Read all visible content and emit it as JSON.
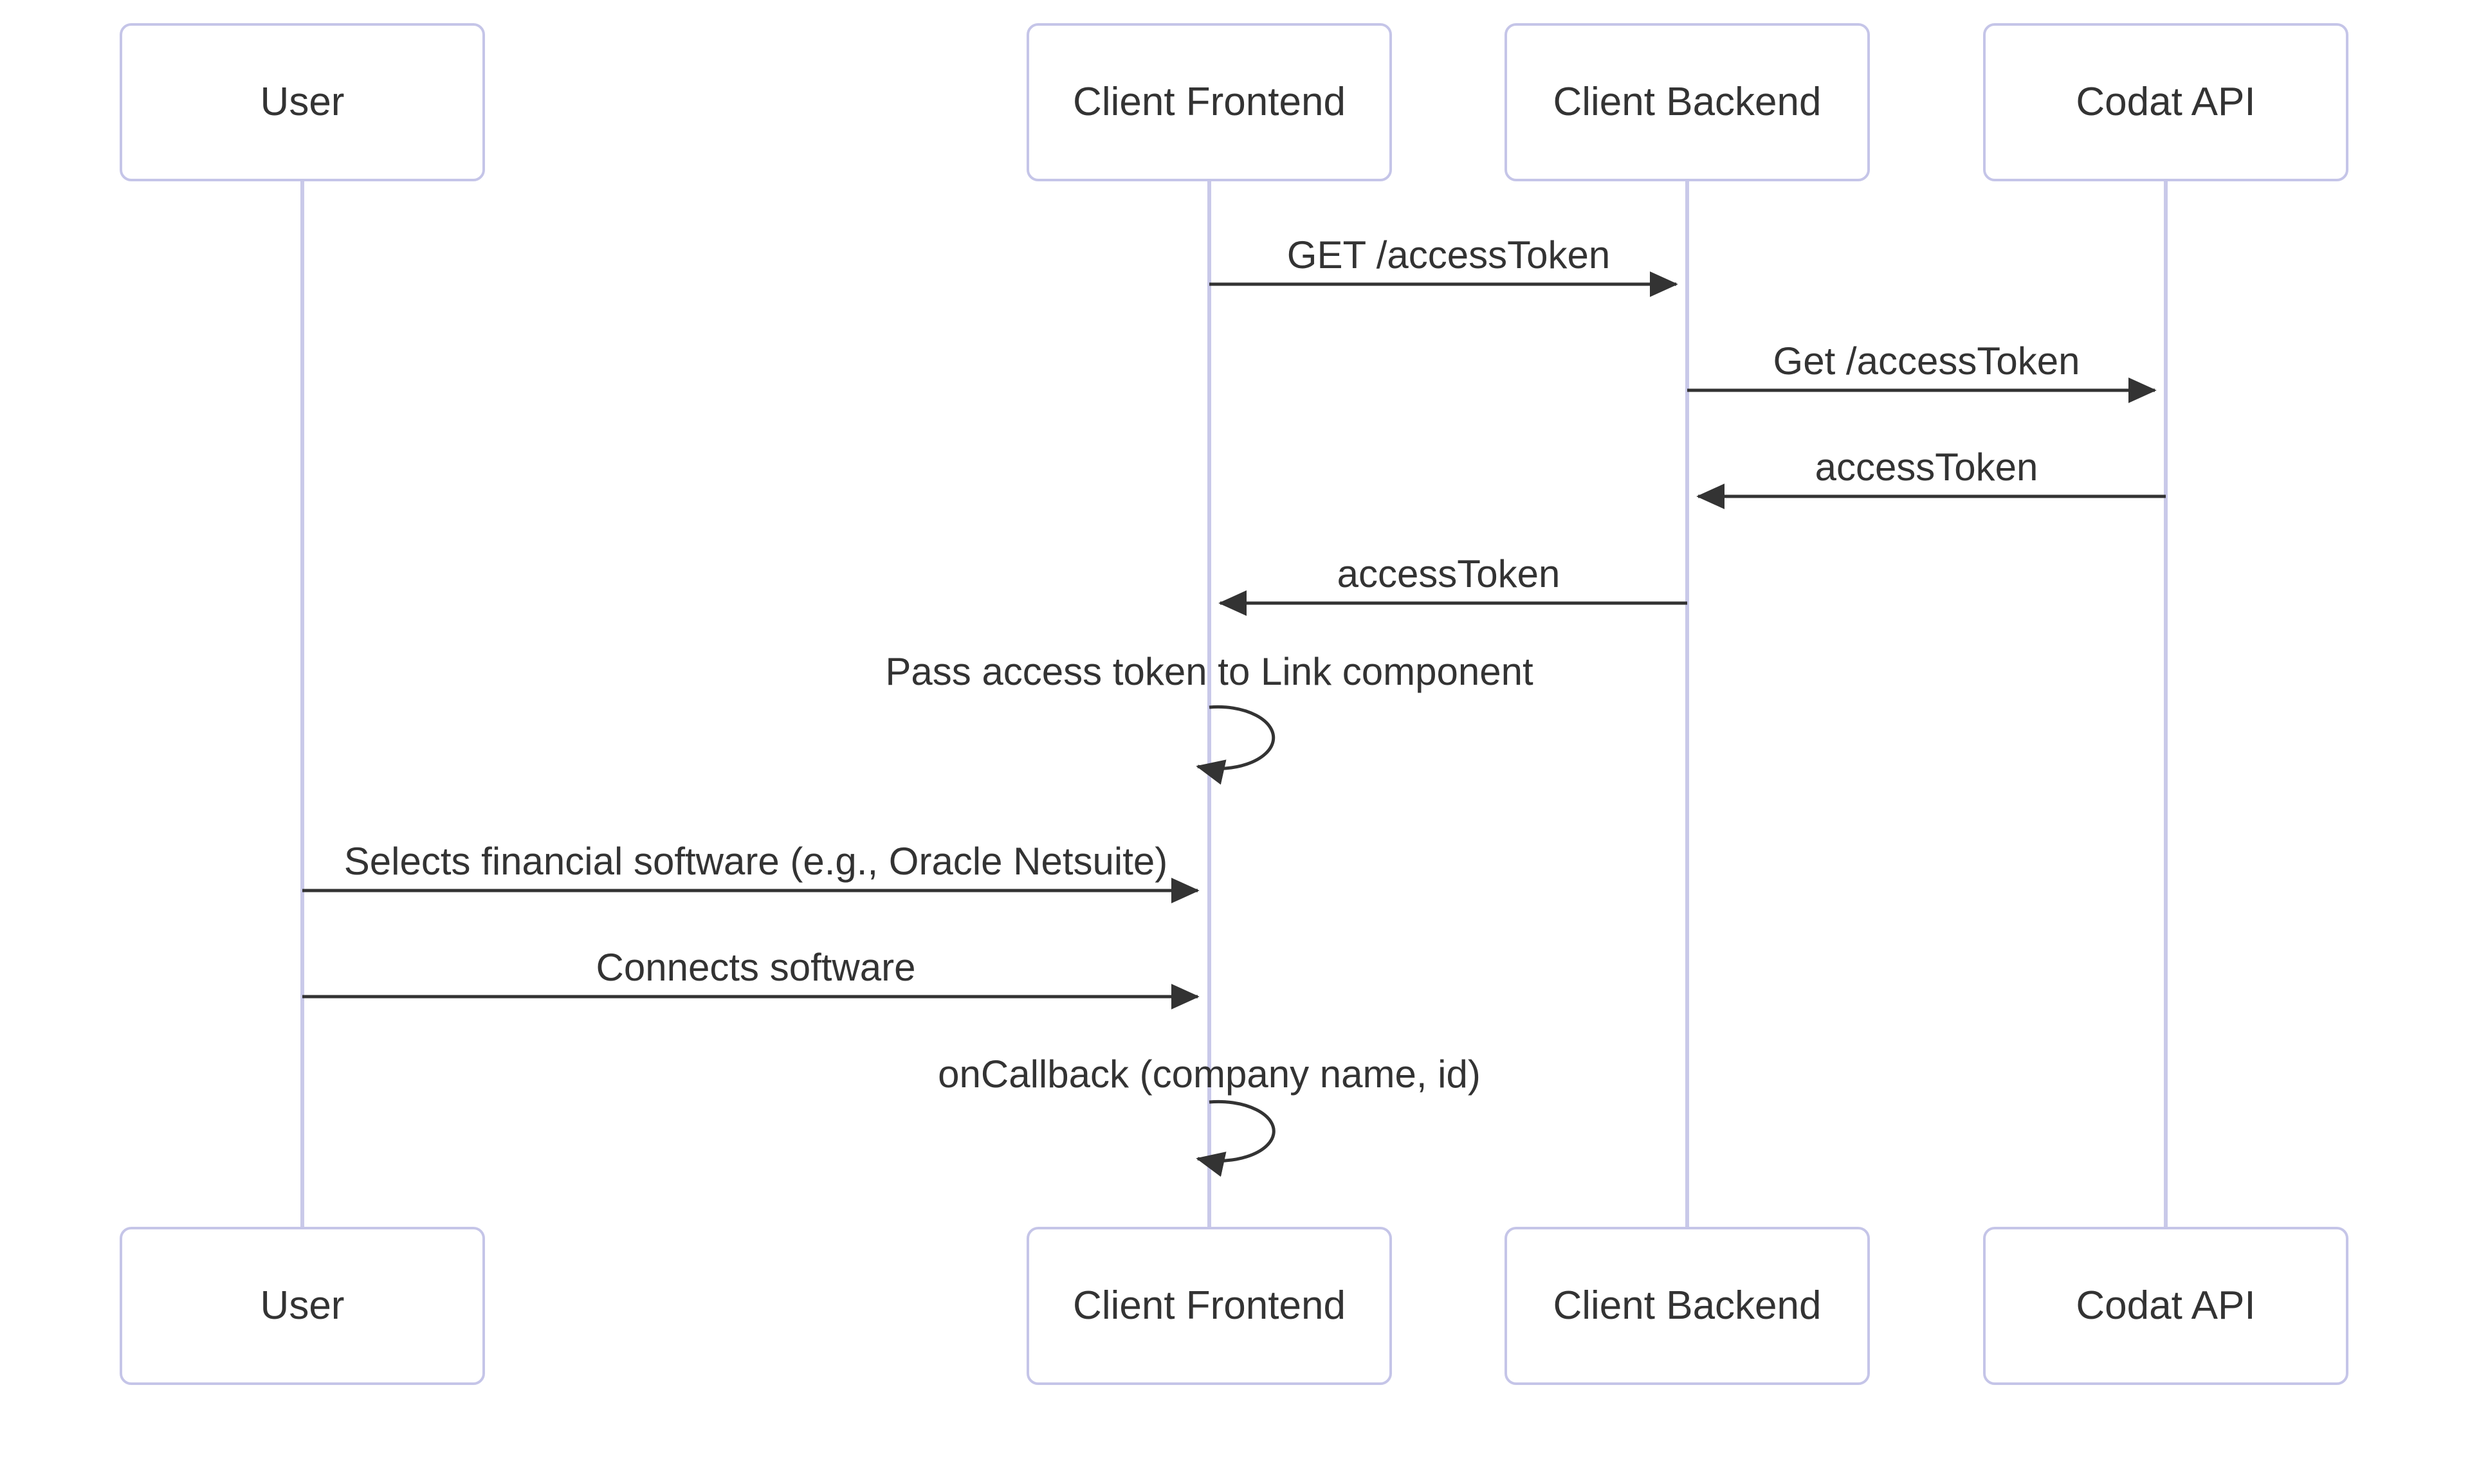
{
  "diagram": {
    "type": "sequence-diagram",
    "actors": [
      {
        "id": "user",
        "label": "User"
      },
      {
        "id": "client-frontend",
        "label": "Client Frontend"
      },
      {
        "id": "client-backend",
        "label": "Client Backend"
      },
      {
        "id": "codat-api",
        "label": "Codat API"
      }
    ],
    "messages": [
      {
        "from": "client-frontend",
        "to": "client-backend",
        "kind": "solid-arrow",
        "label": "GET /accessToken"
      },
      {
        "from": "client-backend",
        "to": "codat-api",
        "kind": "solid-arrow",
        "label": "Get /accessToken"
      },
      {
        "from": "codat-api",
        "to": "client-backend",
        "kind": "solid-arrow",
        "label": "accessToken"
      },
      {
        "from": "client-backend",
        "to": "client-frontend",
        "kind": "solid-arrow",
        "label": "accessToken"
      },
      {
        "from": "client-frontend",
        "to": "client-frontend",
        "kind": "self-loop",
        "label": "Pass access token to Link component"
      },
      {
        "from": "user",
        "to": "client-frontend",
        "kind": "solid-arrow",
        "label": "Selects financial software (e.g., Oracle Netsuite)"
      },
      {
        "from": "user",
        "to": "client-frontend",
        "kind": "solid-arrow",
        "label": "Connects software"
      },
      {
        "from": "client-frontend",
        "to": "client-frontend",
        "kind": "self-loop",
        "label": "onCallback (company name, id)"
      }
    ],
    "colors": {
      "background": "#ffffff",
      "actor_fill": "#ffffff",
      "actor_border": "#c5c5e8",
      "lifeline": "#c9c9e9",
      "message_line": "#333333",
      "text": "#333333"
    }
  }
}
